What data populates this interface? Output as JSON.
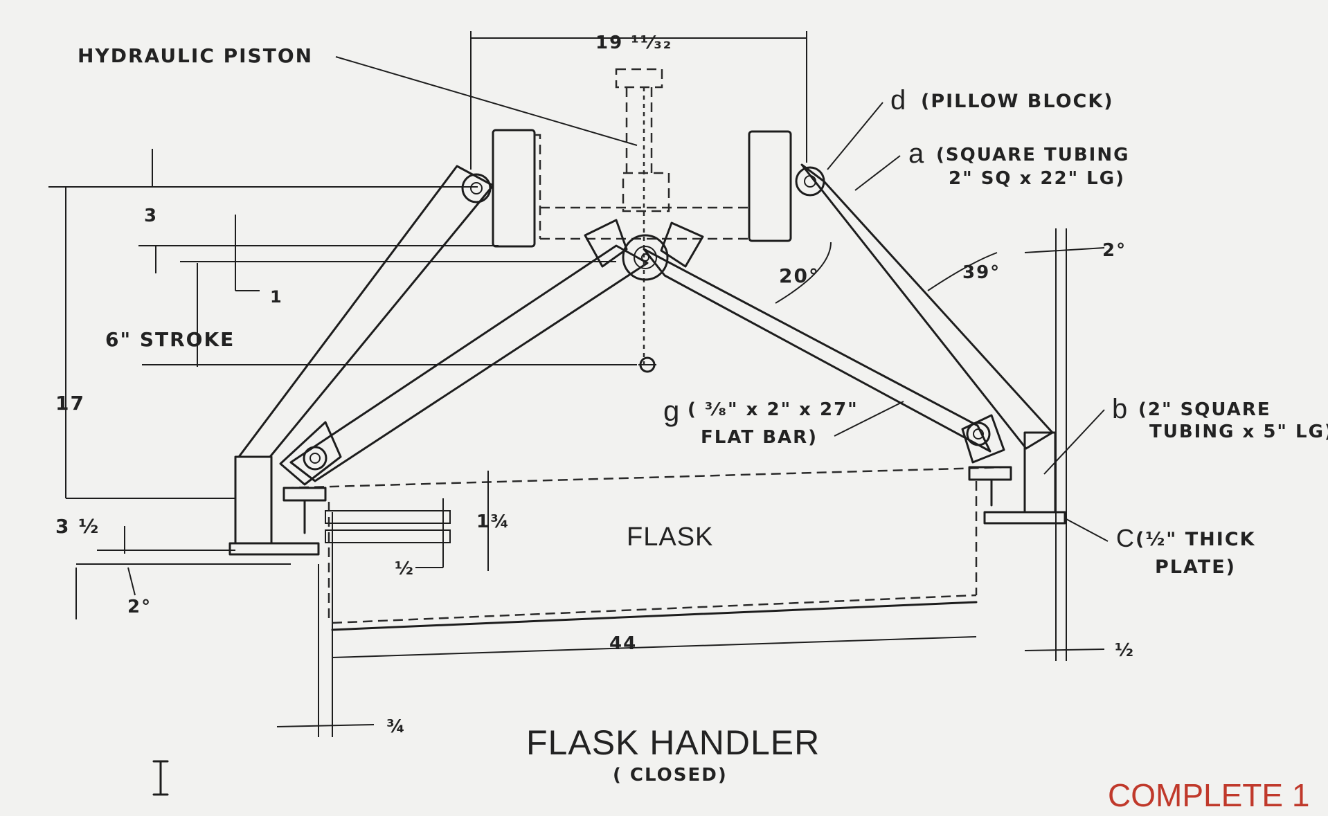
{
  "title": "FLASK HANDLER",
  "subtitle": "( CLOSED)",
  "footer_right": "COMPLETE 1",
  "labels": {
    "hydraulic_piston": "HYDRAULIC  PISTON",
    "pillow_block_letter": "d",
    "pillow_block": "(PILLOW  BLOCK)",
    "square_tubing_letter": "a",
    "square_tubing_line1": "(SQUARE  TUBING",
    "square_tubing_line2": "2\" SQ x 22\" LG)",
    "flat_bar_letter": "g",
    "flat_bar_line1": "( ³⁄₈\" x 2\" x 27\"",
    "flat_bar_line2": "FLAT  BAR)",
    "b_letter": "b",
    "b_line1": "(2\"  SQUARE",
    "b_line2": "TUBING x 5\" LG)",
    "c_letter": "C",
    "c_line1": "(½\"  THICK",
    "c_line2": "PLATE)",
    "flask": "FLASK",
    "stroke": "6\" STROKE"
  },
  "dimensions": {
    "top_width": "19 ¹¹⁄₃₂",
    "height_total": "17",
    "dim_3": "3",
    "dim_1": "1",
    "dim_3_half": "3 ½",
    "dim_2_deg_left": "2°",
    "dim_1_3_4": "1¾",
    "dim_half_left": "½",
    "dim_44": "44",
    "dim_3_4": "¾",
    "angle_20": "20°",
    "angle_39": "39°",
    "angle_2_right": "2°",
    "dim_half_right": "½"
  }
}
